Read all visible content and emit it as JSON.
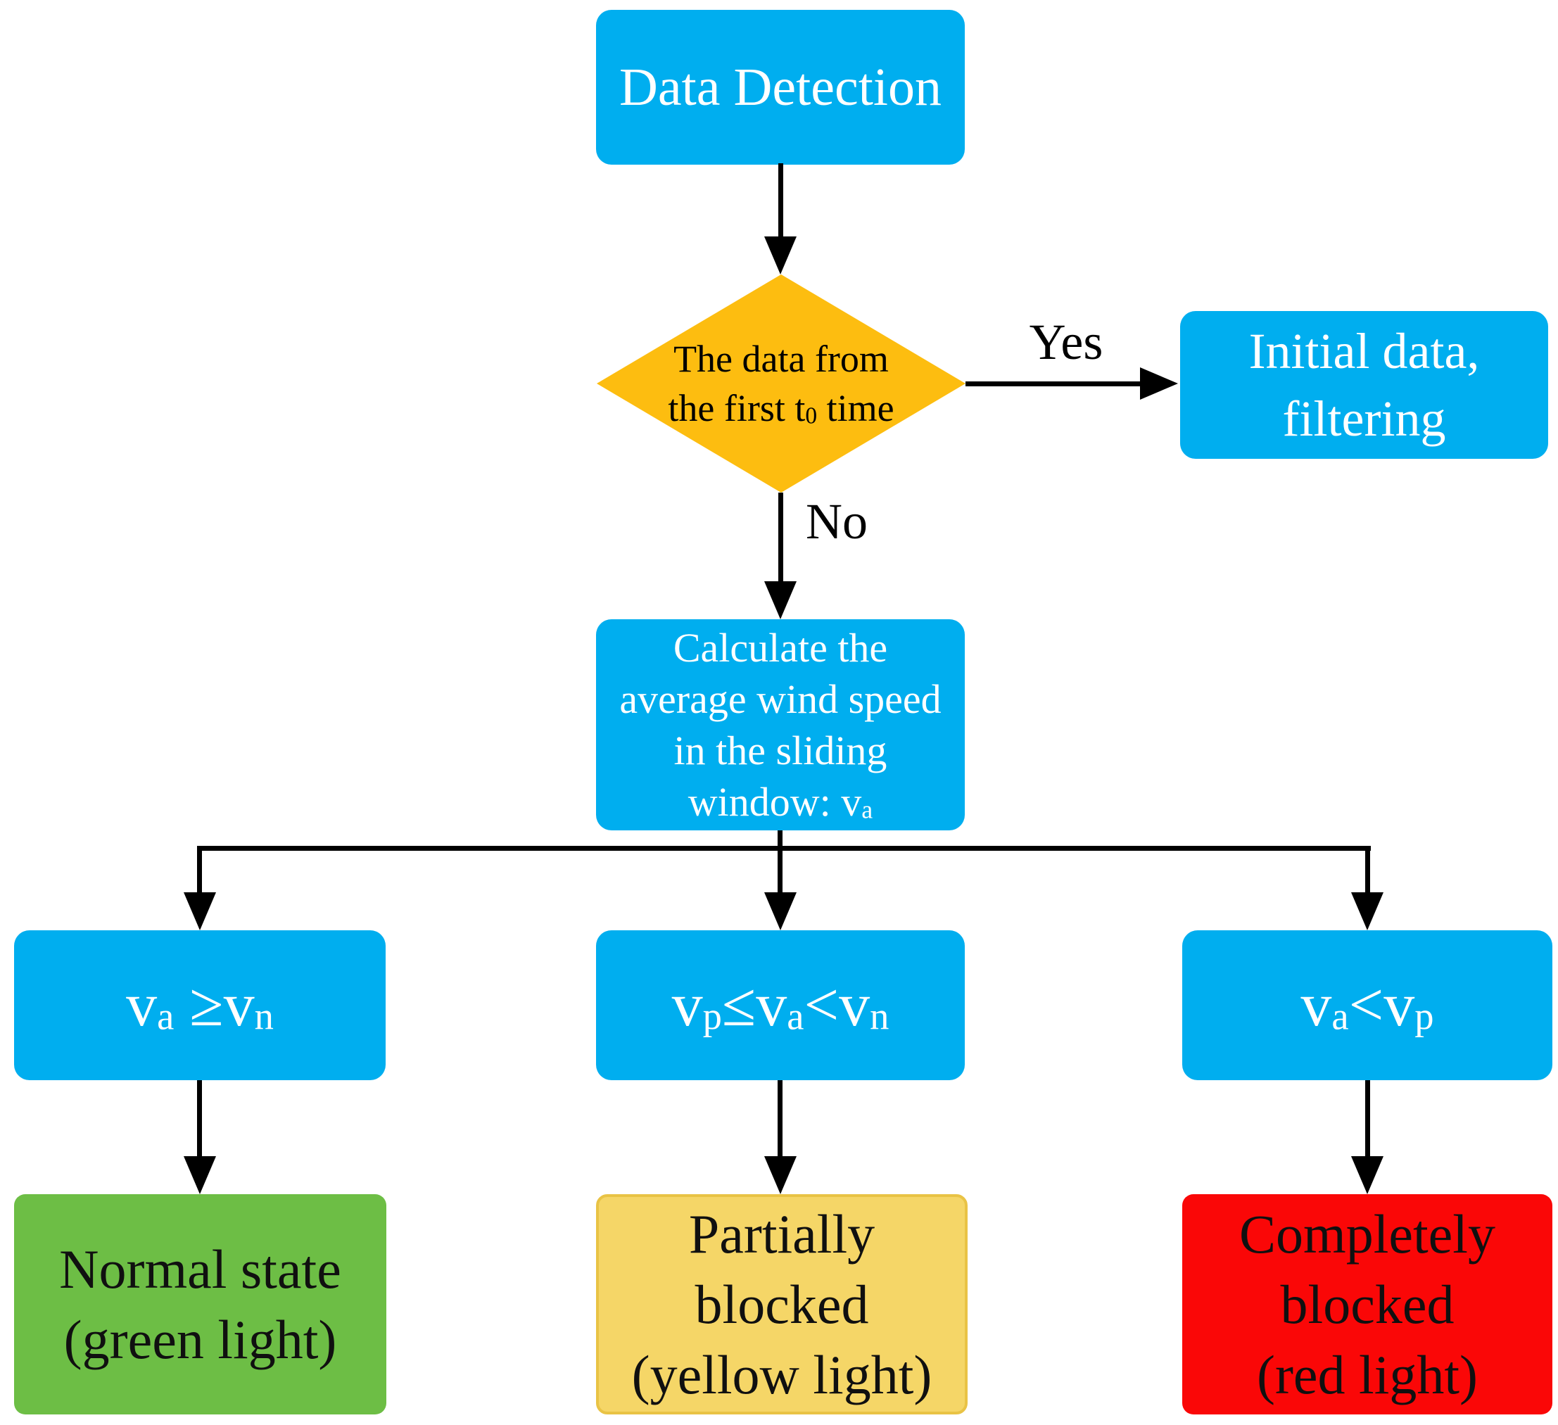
{
  "colors": {
    "process_blue": "#00AEEF",
    "decision_gold": "#FDBD10",
    "result_green": "#6DBE45",
    "result_yellow": "#F5D667",
    "result_red": "#FA0707",
    "connector": "#000000"
  },
  "nodes": {
    "start": {
      "label": "Data Detection"
    },
    "decision": {
      "line1": "The data from",
      "line2_pre": "the first t",
      "line2_sub": "0",
      "line2_post": " time"
    },
    "initial": {
      "line1": "Initial data,",
      "line2": "filtering"
    },
    "calculate": {
      "line1": "Calculate the",
      "line2": "average wind speed",
      "line3": "in the sliding",
      "line4_pre": "window: v",
      "line4_sub": "a"
    },
    "conditions": {
      "left": [
        "v",
        "a",
        " ≥",
        "v",
        "n"
      ],
      "middle": [
        "v",
        "p",
        "≤",
        "v",
        "a",
        "<",
        "v",
        "n"
      ],
      "right": [
        "v",
        "a",
        "<",
        "v",
        "p"
      ]
    },
    "results": {
      "left": {
        "line1": "Normal state",
        "line2": "(green light)"
      },
      "middle": {
        "line1": "Partially",
        "line2": "blocked",
        "line3": "(yellow light)"
      },
      "right": {
        "line1": "Completely",
        "line2": "blocked",
        "line3": "(red light)"
      }
    }
  },
  "edges": {
    "yes_label": "Yes",
    "no_label": "No"
  }
}
